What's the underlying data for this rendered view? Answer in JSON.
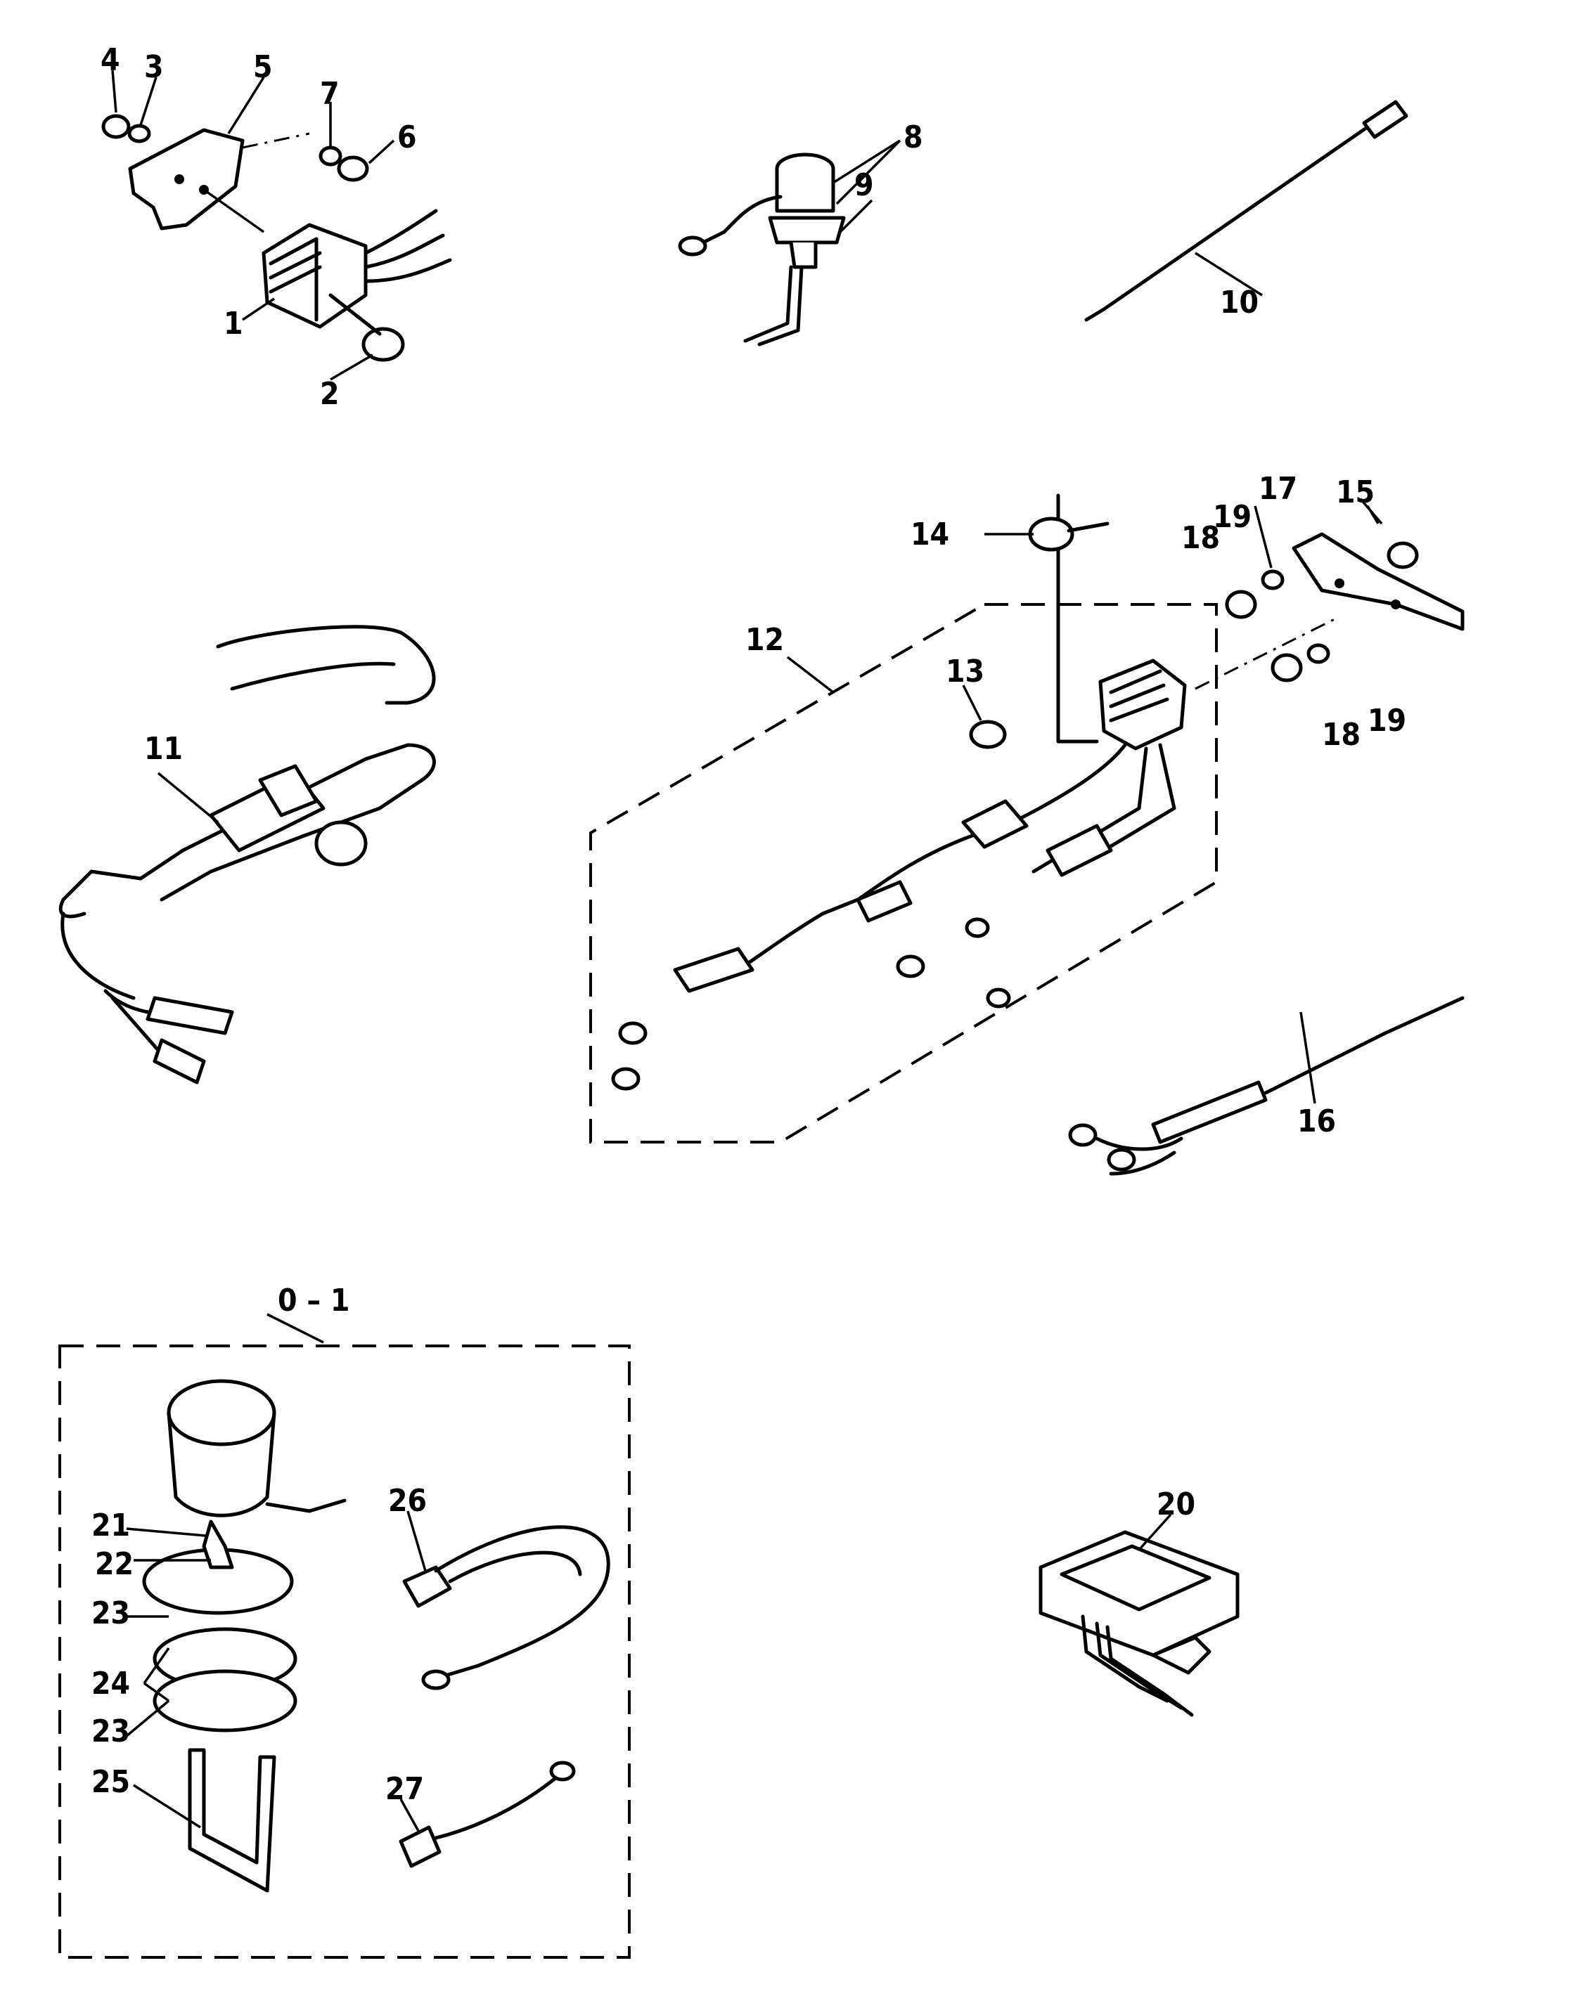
{
  "callouts": {
    "c1": "1",
    "c2": "2",
    "c3": "3",
    "c4": "4",
    "c5": "5",
    "c6": "6",
    "c7": "7",
    "c8": "8",
    "c9": "9",
    "c10": "10",
    "c11": "11",
    "c12": "12",
    "c13": "13",
    "c14": "14",
    "c15": "15",
    "c16": "16",
    "c17": "17",
    "c18a": "18",
    "c18b": "18",
    "c19a": "19",
    "c19b": "19",
    "c20": "20",
    "c21": "21",
    "c22": "22",
    "c23a": "23",
    "c23b": "23",
    "c24": "24",
    "c25": "25",
    "c26": "26",
    "c27": "27",
    "c01": "0 – 1"
  }
}
